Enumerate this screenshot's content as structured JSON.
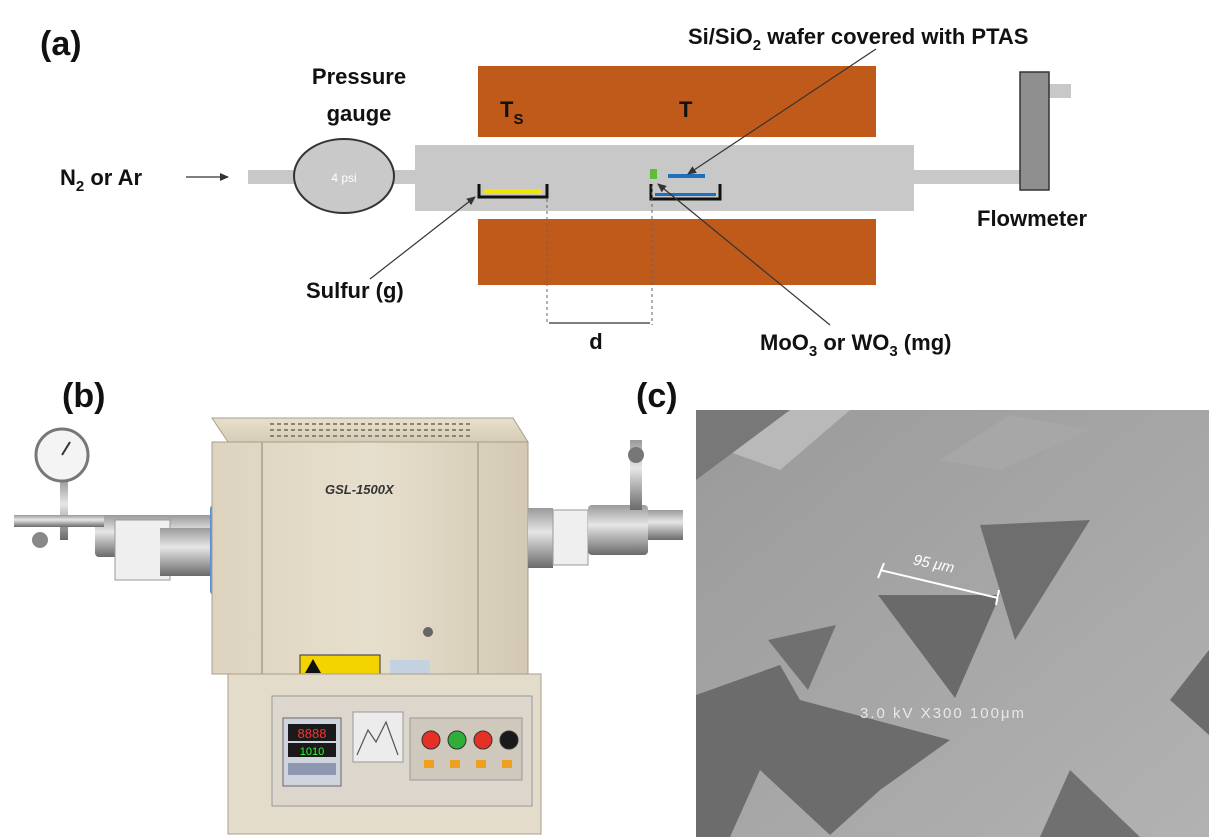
{
  "panels": {
    "a": {
      "label": "(a)",
      "inlet": {
        "text": "N",
        "sub": "2",
        "suffix": " or Ar"
      },
      "pressure_gauge": {
        "title_line1": "Pressure",
        "title_line2": "gauge",
        "reading": "4 psi"
      },
      "furnace": {
        "zone_source": "T",
        "zone_source_sub": "S",
        "zone_growth": "T"
      },
      "wafer": {
        "t1": "Si/SiO",
        "sub": "2",
        "t2": " wafer covered with PTAS"
      },
      "sulfur": "Sulfur (g)",
      "distance": "d",
      "precursor": {
        "t1": "MoO",
        "sub1": "3",
        "t2": "  or WO",
        "sub2": "3",
        "t3": " (mg)"
      },
      "flowmeter": "Flowmeter",
      "colors": {
        "furnace": "#c05a1a",
        "tube": "#c8c8c8",
        "gauge": "#c9c9c9",
        "sulfur": "#f2e600",
        "wafer": "#1f6fc1",
        "precursor": "#5cbf3a"
      }
    },
    "b": {
      "label": "(b)",
      "model": "GSL-1500X",
      "display_top": "8888",
      "display_bottom": "1010"
    },
    "c": {
      "label": "(c)",
      "scale_label": "95 μm",
      "sem_info": "3.0 kV   X300   100μm"
    }
  }
}
